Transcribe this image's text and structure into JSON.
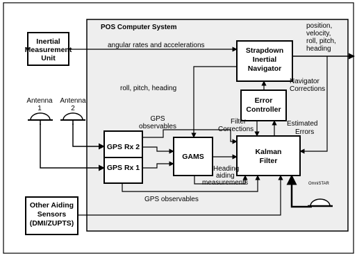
{
  "diagram": {
    "system_title": "POS Computer System",
    "blocks": {
      "imu": [
        "Inertial",
        "Measurement",
        "Unit"
      ],
      "sin": [
        "Strapdown",
        "Inertial",
        "Navigator"
      ],
      "error_controller": [
        "Error",
        "Controller"
      ],
      "gps_rx2": "GPS Rx 2",
      "gps_rx1": "GPS Rx 1",
      "gams": "GAMS",
      "kalman": [
        "Kalman",
        "Filter"
      ],
      "aiding": [
        "Other Aiding",
        "Sensors",
        "(DMI/ZUPTS)"
      ]
    },
    "antennas": {
      "antenna1": [
        "Antenna",
        "1"
      ],
      "antenna2": [
        "Antenna",
        "2"
      ],
      "omnistar": "OmniSTAR"
    },
    "labels": {
      "angular_rates": "angular rates and accelerations",
      "output": [
        "position,",
        "velocity,",
        "roll, pitch,",
        "heading"
      ],
      "roll_pitch_heading": "roll, pitch, heading",
      "navigator_corrections": [
        "Navigator",
        "Corrections"
      ],
      "gps_observables_top": [
        "GPS",
        "observables"
      ],
      "filter_corrections": [
        "Filter",
        "Corrections"
      ],
      "estimated_errors": [
        "Estimated",
        "Errors"
      ],
      "heading_aiding": [
        "Heading",
        "aiding",
        "measurements"
      ],
      "gps_observables_bottom": "GPS observables"
    }
  }
}
